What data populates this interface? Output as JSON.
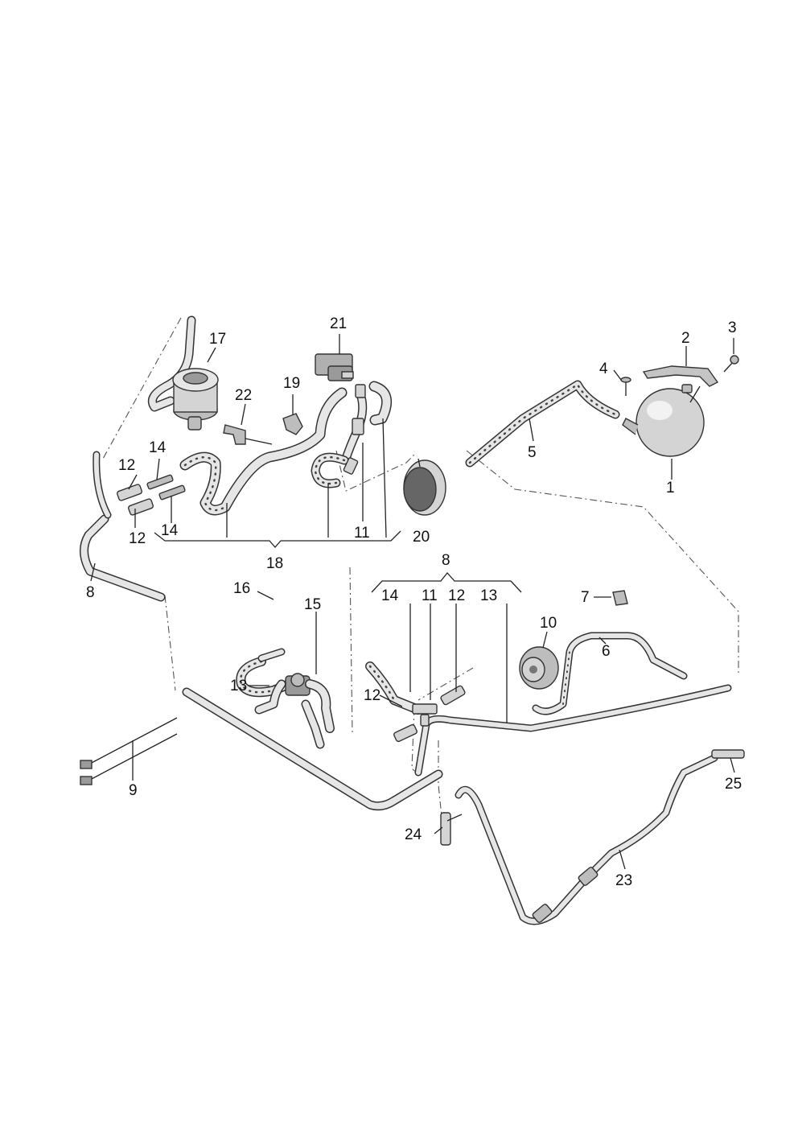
{
  "diagram": {
    "colors": {
      "outline": "#333333",
      "hose_fill": "#e6e6e6",
      "part_fill": "#d4d4d4",
      "part_dark": "#9a9a9a",
      "dash_line": "#555555",
      "label": "#111111"
    },
    "callouts": {
      "c1": "1",
      "c2": "2",
      "c3": "3",
      "c4": "4",
      "c5": "5",
      "c6": "6",
      "c7": "7",
      "c8a": "8",
      "c8b": "8",
      "c9": "9",
      "c10": "10",
      "c11a": "11",
      "c11b": "11",
      "c12a": "12",
      "c12b": "12",
      "c12c": "12",
      "c12d": "12",
      "c13a": "13",
      "c13b": "13",
      "c14a": "14",
      "c14b": "14",
      "c14c": "14",
      "c15": "15",
      "c16": "16",
      "c17": "17",
      "c18": "18",
      "c19": "19",
      "c20": "20",
      "c21": "21",
      "c22": "22",
      "c23": "23",
      "c24": "24",
      "c25": "25"
    }
  }
}
